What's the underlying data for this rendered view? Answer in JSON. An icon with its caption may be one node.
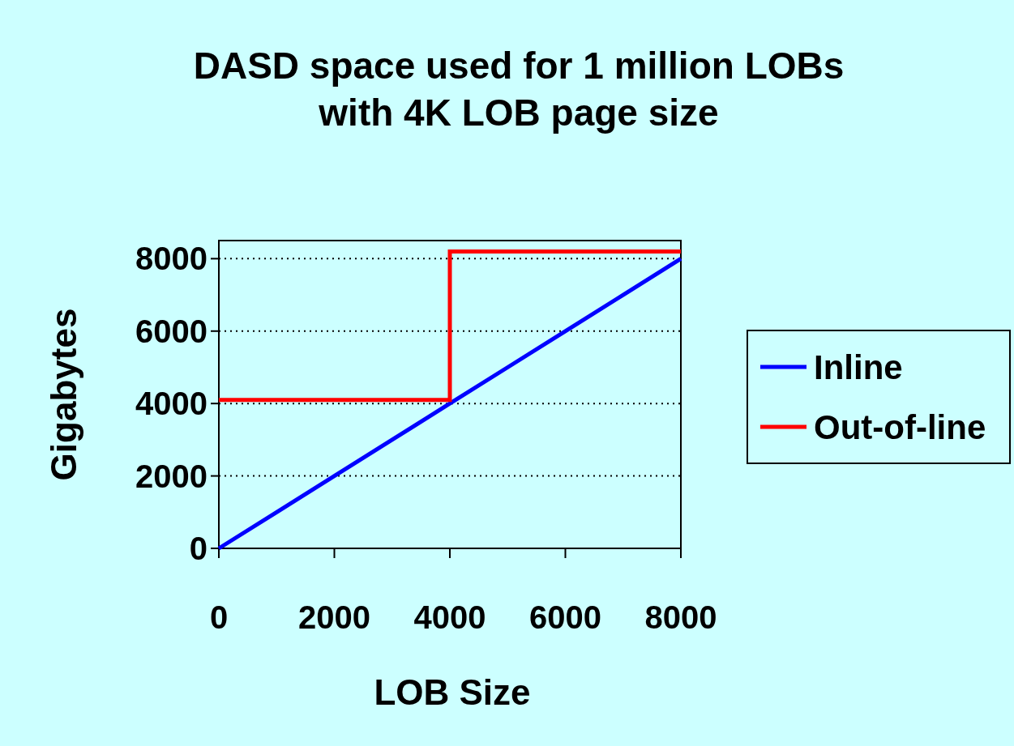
{
  "diagram": {
    "chart_data": {
      "type": "line",
      "title": "DASD space used for 1 million LOBs with 4K LOB page size",
      "xlabel": "LOB Size",
      "ylabel": "Gigabytes",
      "x": [
        0,
        1000,
        2000,
        3000,
        4000,
        4000,
        5000,
        6000,
        7000,
        8000
      ],
      "series": [
        {
          "name": "Inline",
          "color": "#0000ff",
          "values": [
            0,
            1000,
            2000,
            3000,
            4000,
            4000,
            5000,
            6000,
            7000,
            8000
          ]
        },
        {
          "name": "Out-of-line",
          "color": "#ff0000",
          "values": [
            4100,
            4100,
            4100,
            4100,
            4100,
            8200,
            8200,
            8200,
            8200,
            8200
          ]
        }
      ],
      "xlim": [
        0,
        8000
      ],
      "ylim": [
        0,
        8500
      ],
      "xticks": [
        0,
        2000,
        4000,
        6000,
        8000
      ],
      "yticks": [
        0,
        2000,
        4000,
        6000,
        8000
      ],
      "grid": "y",
      "legend": "right"
    }
  }
}
